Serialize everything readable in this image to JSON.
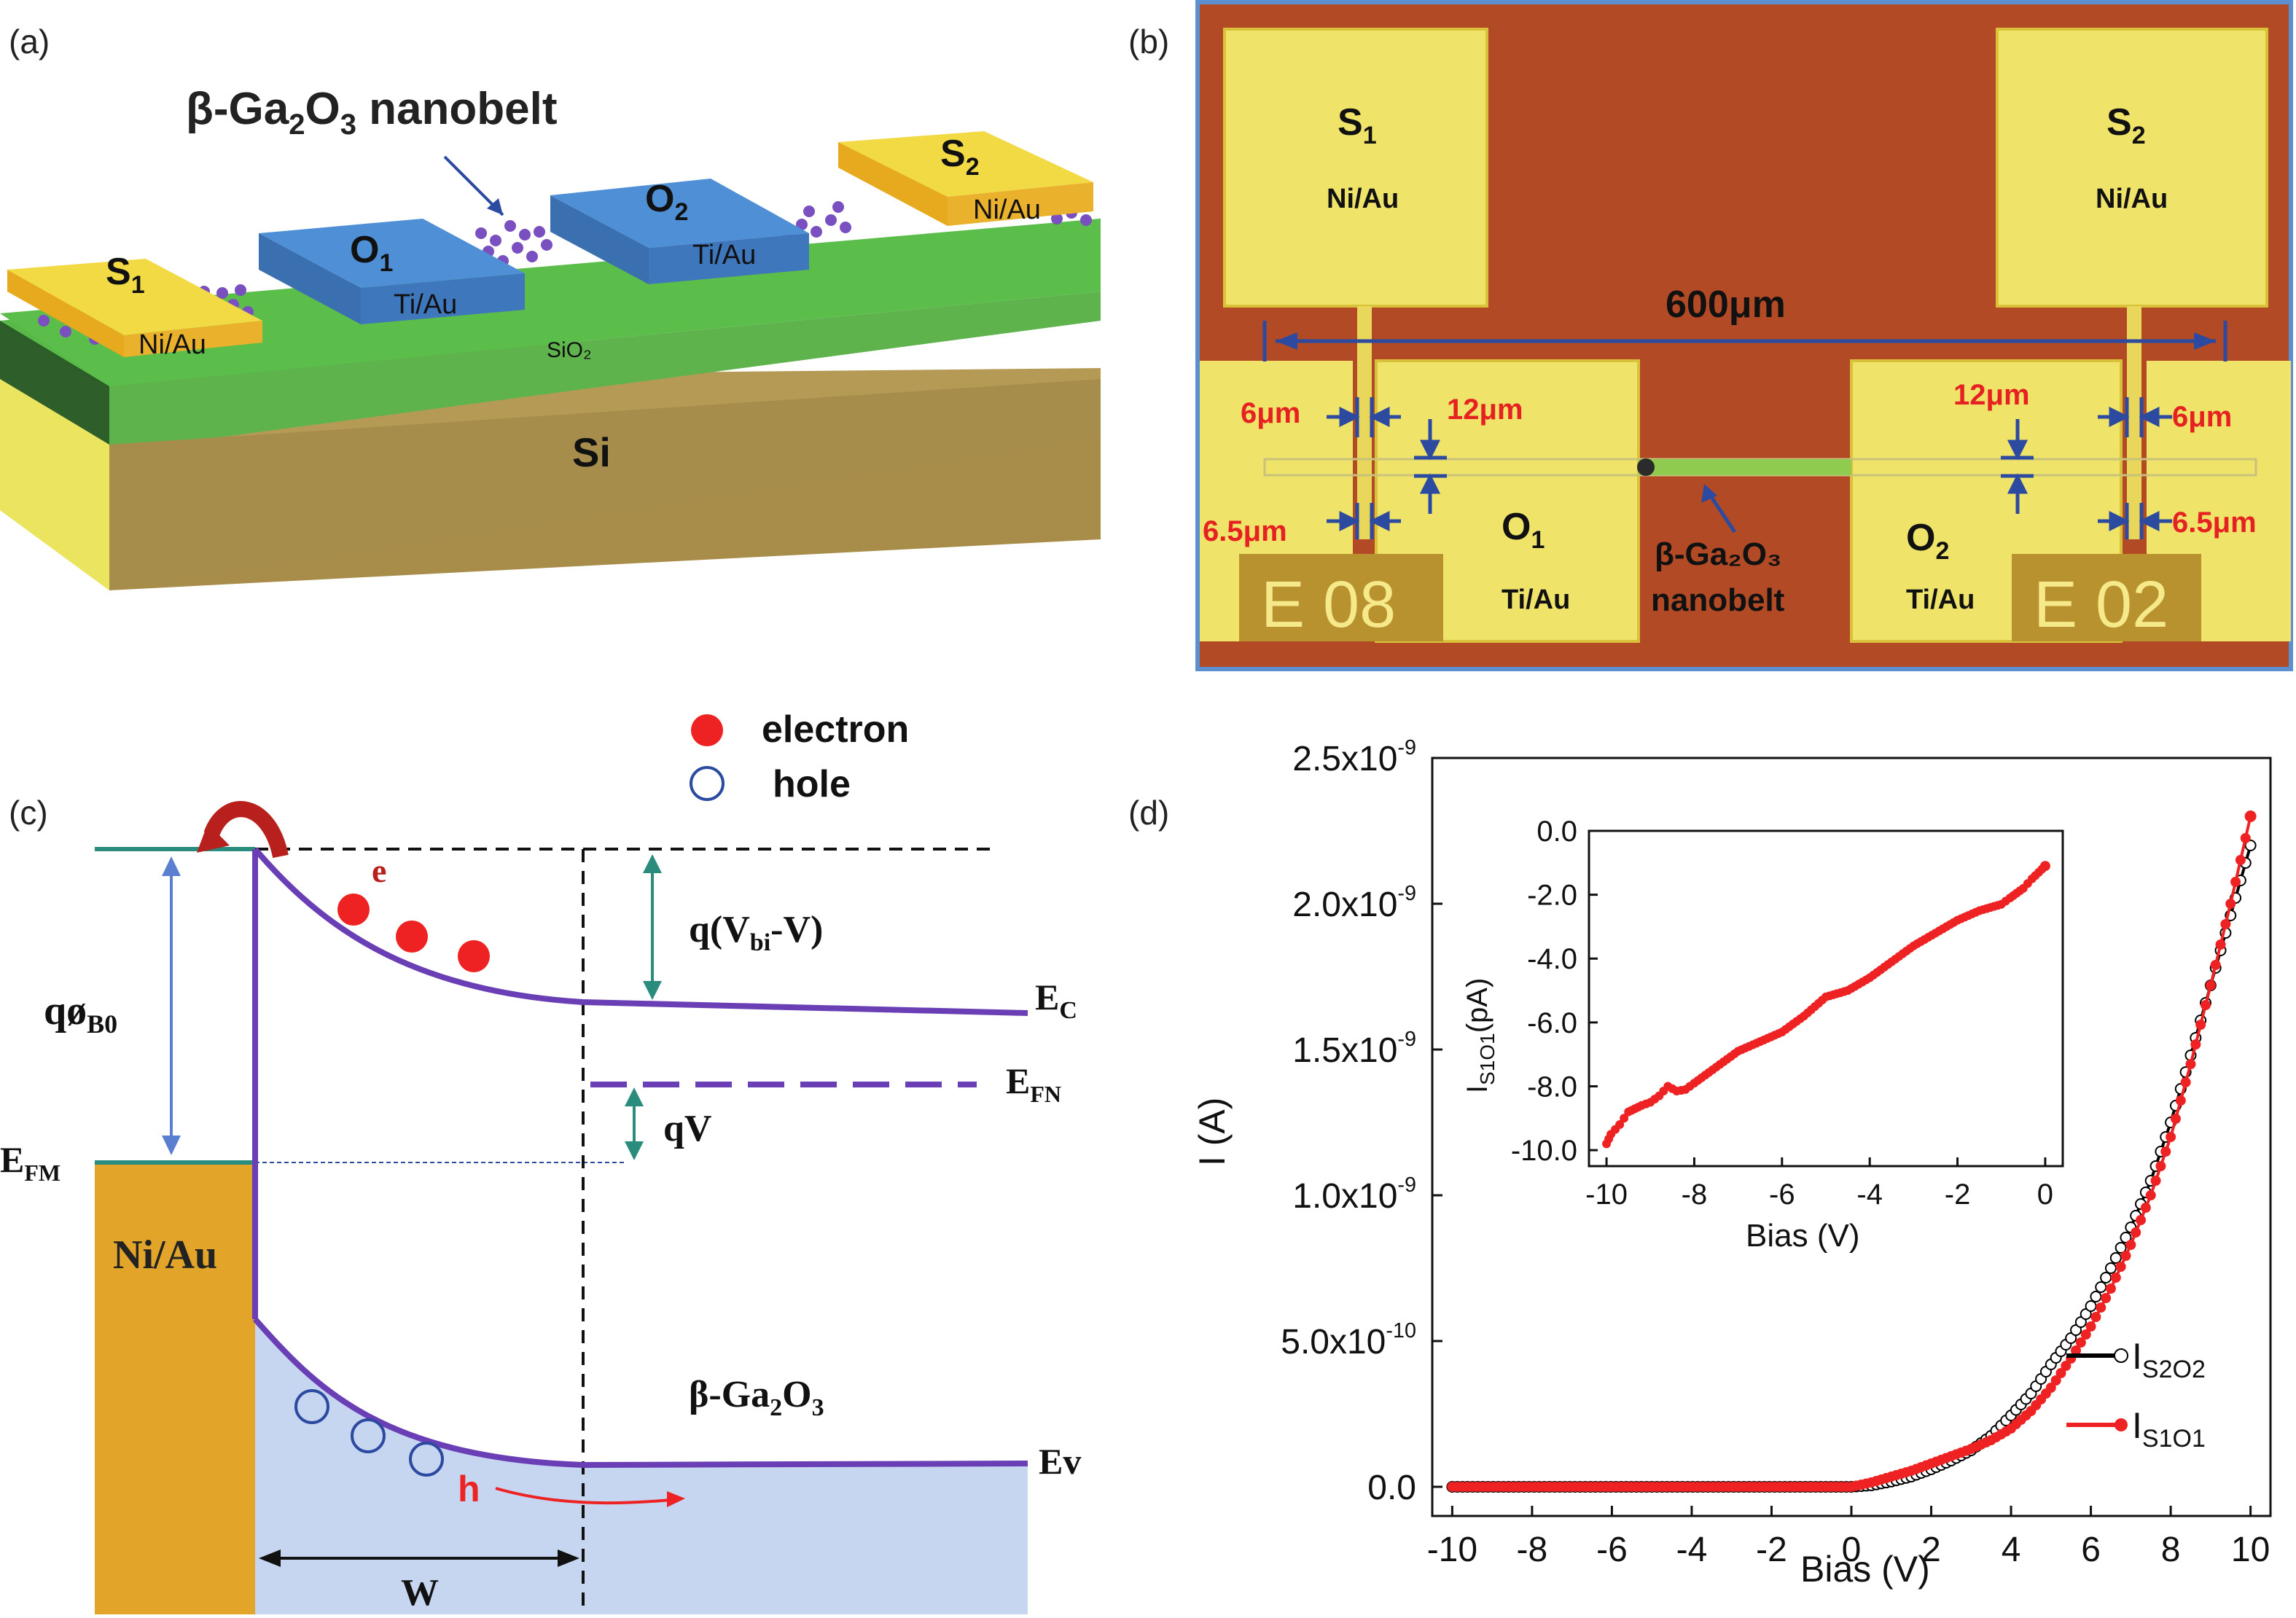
{
  "panels": {
    "a": {
      "label": "(a)",
      "title_beta": "β-Ga",
      "title_sub2": "2",
      "title_O": "O",
      "title_sub3": "3",
      "title_rest": " nanobelt",
      "s1": {
        "main": "S",
        "sub": "1",
        "metal": "Ni/Au"
      },
      "o1": {
        "main": "O",
        "sub": "1",
        "metal": "Ti/Au"
      },
      "o2": {
        "main": "O",
        "sub": "2",
        "metal": "Ti/Au"
      },
      "s2": {
        "main": "S",
        "sub": "2",
        "metal": "Ni/Au"
      },
      "sio2": "SiO₂",
      "si": "Si"
    },
    "b": {
      "label": "(b)",
      "s1": {
        "main": "S",
        "sub": "1",
        "metal": "Ni/Au"
      },
      "s2": {
        "main": "S",
        "sub": "2",
        "metal": "Ni/Au"
      },
      "o1": {
        "main": "O",
        "sub": "1",
        "metal": "Ti/Au"
      },
      "o2": {
        "main": "O",
        "sub": "2",
        "metal": "Ti/Au"
      },
      "span": "600μm",
      "dims": {
        "left_gap": "6μm",
        "left_width": "12μm",
        "left_gap2": "6.5μm",
        "right_width": "12μm",
        "right_gap": "6μm",
        "right_gap2": "6.5μm"
      },
      "nanobelt_line1": "β-Ga₂O₃",
      "nanobelt_line2": "nanobelt",
      "mark_left": "E 08",
      "mark_right": "E 02"
    },
    "c": {
      "label": "(c)",
      "legend_electron": "electron",
      "legend_hole": "hole",
      "e_label": "e",
      "h_label": "h",
      "barrier": "qø",
      "barrier_sub": "B0",
      "vbi": "q(V",
      "vbi_sub": "bi",
      "vbi_end": "-V)",
      "qv": "qV",
      "ec": "E",
      "ec_sub": "C",
      "efn": "E",
      "efn_sub": "FN",
      "efm": "E",
      "efm_sub": "FM",
      "ev": "Ev",
      "metal": "Ni/Au",
      "semi": "β-Ga",
      "semi_sub2": "2",
      "semi_O": "O",
      "semi_sub3": "3",
      "w": "W"
    },
    "d": {
      "label": "(d)",
      "xlabel": "Bias (V)",
      "ylabel": "I (A)",
      "legend": [
        {
          "name": "I",
          "sub": "S2O2"
        },
        {
          "name": "I",
          "sub": "S1O1"
        }
      ],
      "inset_xlabel": "Bias (V)",
      "inset_ylabel": "I",
      "inset_ylabel_sub": "S1O1",
      "inset_ylabel_unit": "(pA)"
    }
  },
  "chart_data": [
    {
      "type": "line",
      "xlabel": "Bias (V)",
      "ylabel": "I (A)",
      "xlim": [
        -10.5,
        10.5
      ],
      "ylim": [
        -1e-10,
        2.5e-09
      ],
      "xticks": [
        -10,
        -8,
        -6,
        -4,
        -2,
        0,
        2,
        4,
        6,
        8,
        10
      ],
      "yticks": [
        {
          "value": 0,
          "label": "0.0",
          "exp": ""
        },
        {
          "value": 5e-10,
          "label": "5.0x10",
          "exp": "-10"
        },
        {
          "value": 1e-09,
          "label": "1.0x10",
          "exp": "-9"
        },
        {
          "value": 1.5e-09,
          "label": "1.5x10",
          "exp": "-9"
        },
        {
          "value": 2e-09,
          "label": "2.0x10",
          "exp": "-9"
        },
        {
          "value": 2.5e-09,
          "label": "2.5x10",
          "exp": "-9"
        }
      ],
      "legend_position": "bottom-right",
      "series": [
        {
          "name": "IS2O2",
          "color": "#000000",
          "marker": "open-circle",
          "x": [
            -10,
            -5,
            0,
            0.5,
            1,
            1.5,
            2,
            2.5,
            3,
            3.5,
            4,
            4.5,
            5,
            5.5,
            6,
            6.5,
            7,
            7.5,
            8,
            8.5,
            9,
            9.5,
            10
          ],
          "y": [
            0,
            0,
            0,
            5e-12,
            1.8e-11,
            3.5e-11,
            6e-11,
            9e-11,
            1.25e-10,
            1.75e-10,
            2.45e-10,
            3.2e-10,
            4.2e-10,
            5.1e-10,
            6.2e-10,
            7.5e-10,
            8.9e-10,
            1.05e-09,
            1.25e-09,
            1.48e-09,
            1.72e-09,
            1.96e-09,
            2.2e-09
          ]
        },
        {
          "name": "IS1O1",
          "color": "#ee2222",
          "marker": "filled-circle",
          "x": [
            -10,
            -5,
            0,
            0.5,
            1,
            1.5,
            2,
            2.5,
            3,
            3.5,
            4,
            4.5,
            5,
            5.5,
            6,
            6.5,
            7,
            7.5,
            8,
            8.5,
            9,
            9.5,
            10
          ],
          "y": [
            0,
            0,
            0,
            1.5e-11,
            3.5e-11,
            5.5e-11,
            8e-11,
            1.05e-10,
            1.3e-10,
            1.6e-10,
            2e-10,
            2.6e-10,
            3.4e-10,
            4.4e-10,
            5.5e-10,
            6.8e-10,
            8.3e-10,
            1e-09,
            1.2e-09,
            1.45e-09,
            1.72e-09,
            2e-09,
            2.3e-09
          ]
        }
      ]
    },
    {
      "type": "line",
      "xlabel": "Bias (V)",
      "ylabel": "IS1O1(pA)",
      "xlim": [
        -10.4,
        0.4
      ],
      "ylim": [
        -10.5,
        0
      ],
      "xticks": [
        -10,
        -8,
        -6,
        -4,
        -2,
        0
      ],
      "yticks": [
        {
          "value": 0,
          "label": "0.0"
        },
        {
          "value": -2,
          "label": "-2.0"
        },
        {
          "value": -4,
          "label": "-4.0"
        },
        {
          "value": -6,
          "label": "-6.0"
        },
        {
          "value": -8,
          "label": "-8.0"
        },
        {
          "value": -10,
          "label": "-10.0"
        }
      ],
      "series": [
        {
          "name": "IS1O1",
          "color": "#ee2222",
          "x": [
            -10,
            -9.9,
            -9.7,
            -9.5,
            -9.2,
            -9.0,
            -8.8,
            -8.6,
            -8.4,
            -8.2,
            -8.0,
            -7.5,
            -7.0,
            -6.5,
            -6.0,
            -5.5,
            -5.0,
            -4.5,
            -4.0,
            -3.5,
            -3.0,
            -2.5,
            -2.0,
            -1.5,
            -1.0,
            -0.8,
            -0.5,
            -0.3,
            0
          ],
          "y": [
            -9.8,
            -9.5,
            -9.2,
            -8.8,
            -8.6,
            -8.5,
            -8.3,
            -8.0,
            -8.15,
            -8.1,
            -7.9,
            -7.4,
            -6.9,
            -6.6,
            -6.3,
            -5.8,
            -5.2,
            -5.0,
            -4.6,
            -4.1,
            -3.6,
            -3.2,
            -2.8,
            -2.5,
            -2.3,
            -2.1,
            -1.8,
            -1.5,
            -1.1
          ]
        }
      ]
    }
  ]
}
